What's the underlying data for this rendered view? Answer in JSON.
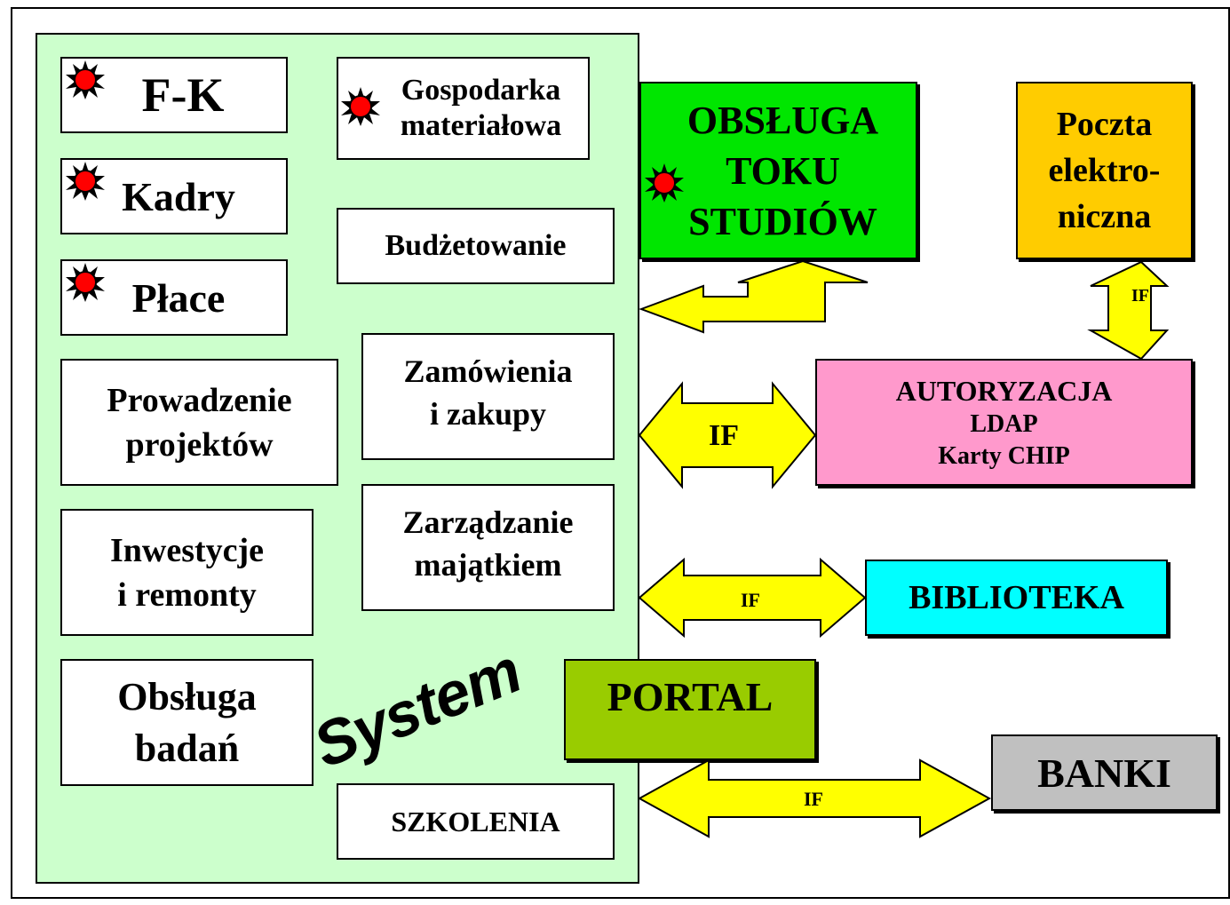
{
  "modules": {
    "fk": "F-K",
    "gospodarka": "Gospodarka\nmateriałowa",
    "kadry": "Kadry",
    "budzetowanie": "Budżetowanie",
    "place": "Płace",
    "zamowienia": "Zamówienia\ni zakupy",
    "prowadzenie": "Prowadzenie\nprojektów",
    "zarzadzanie": "Zarządzanie\nmajątkiem",
    "inwestycje": "Inwestycje\ni remonty",
    "obsluga_badan": "Obsługa\nbadań",
    "szkolenia": "SZKOLENIA"
  },
  "system_label": "System",
  "external": {
    "obsluga_toku": "OBSŁUGA\nTOKU\nSTUDIÓW",
    "poczta": "Poczta\nelektro-\nniczna",
    "autoryzacja": "AUTORYZACJA",
    "ldap": "LDAP",
    "karty": "Karty CHIP",
    "biblioteka": "BIBLIOTEKA",
    "portal": "PORTAL",
    "banki": "BANKI"
  },
  "interfaces": {
    "if_poczta": "IF",
    "if_autoryzacja": "IF",
    "if_biblioteka": "IF",
    "if_banki": "IF"
  },
  "colors": {
    "panel": "#ccffcc",
    "obsluga_toku": "#00e600",
    "poczta": "#ffcc00",
    "autoryzacja": "#ff99cc",
    "biblioteka": "#00ffff",
    "portal": "#99cc00",
    "banki": "#c0c0c0",
    "arrow": "#ffff00",
    "burst": "#ff0000"
  }
}
